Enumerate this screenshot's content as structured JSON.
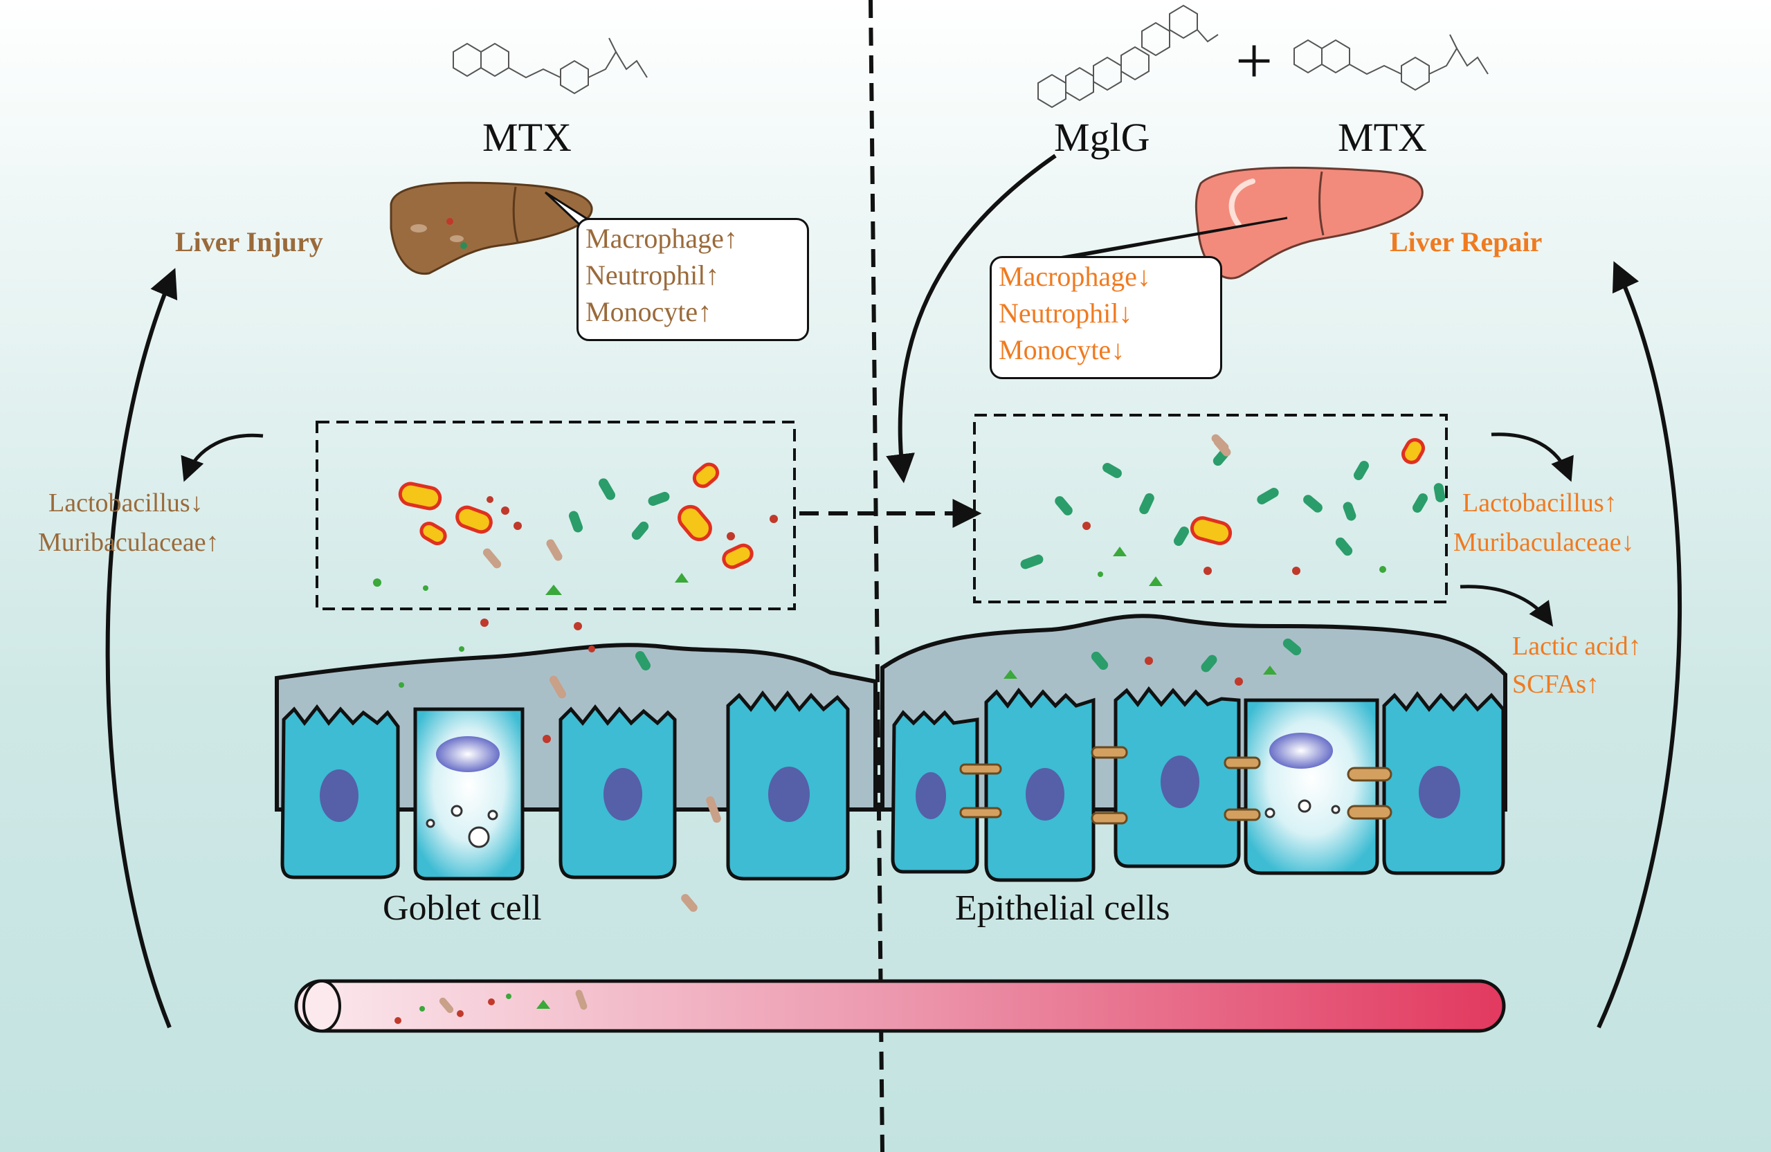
{
  "left": {
    "drug": "MTX",
    "outcome": "Liver Injury",
    "immune_cells": [
      "Macrophage↑",
      "Neutrophil↑",
      "Monocyte↑"
    ],
    "microbiota": [
      "Lactobacillus↓",
      "Muribaculaceae↑"
    ],
    "cell_label": "Goblet cell"
  },
  "right": {
    "drug_a": "MglG",
    "plus": "+",
    "drug_b": "MTX",
    "outcome": "Liver Repair",
    "immune_cells": [
      "Macrophage↓",
      "Neutrophil↓",
      "Monocyte↓"
    ],
    "microbiota": [
      "Lactobacillus↑",
      "Muribaculaceae↓"
    ],
    "metabolites": [
      "Lactic acid↑",
      "SCFAs↑"
    ],
    "cell_label": "Epithelial cells"
  },
  "colors": {
    "injury": "#9a6a3a",
    "repair": "#f07a1f",
    "damaged_liver": "#9b6b40",
    "healthy_liver": "#f28b7c",
    "cell": "#3dbcd3",
    "nucleus": "#5560a8",
    "mucus": "#a9bfc8"
  }
}
